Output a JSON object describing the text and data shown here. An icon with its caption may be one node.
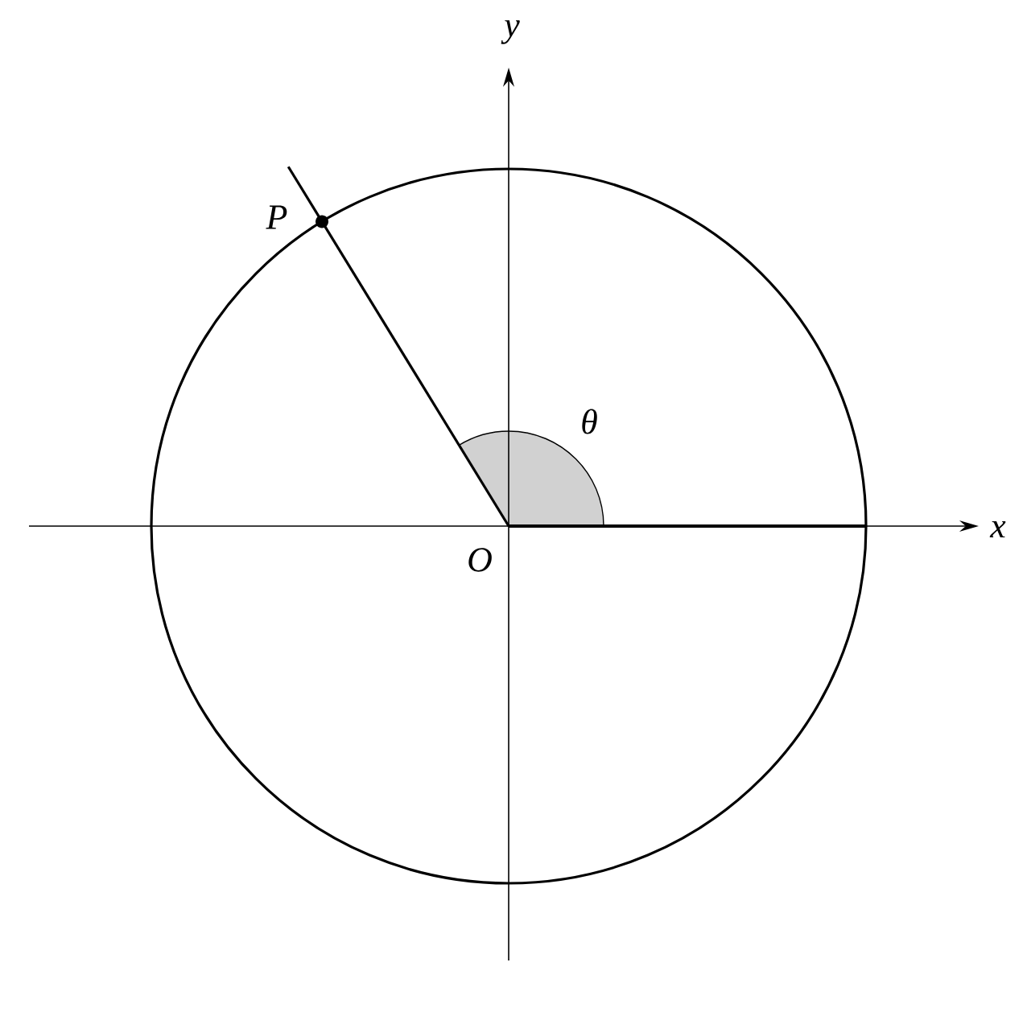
{
  "diagram": {
    "labels": [
      "y",
      "x",
      "P",
      "θ",
      "O"
    ]
  }
}
